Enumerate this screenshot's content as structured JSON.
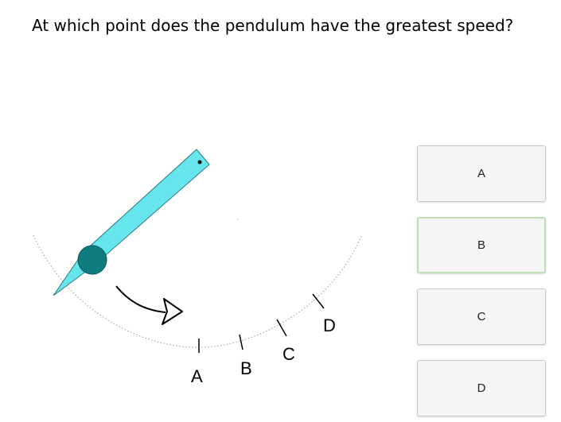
{
  "question": "At which point does the pendulum have the greatest speed?",
  "diagram": {
    "point_labels": [
      "A",
      "B",
      "C",
      "D"
    ],
    "pendulum_color": "#66e6ec",
    "bob_color": "#0f7d7f"
  },
  "options": [
    {
      "label": "A"
    },
    {
      "label": "B"
    },
    {
      "label": "C"
    },
    {
      "label": "D"
    }
  ]
}
